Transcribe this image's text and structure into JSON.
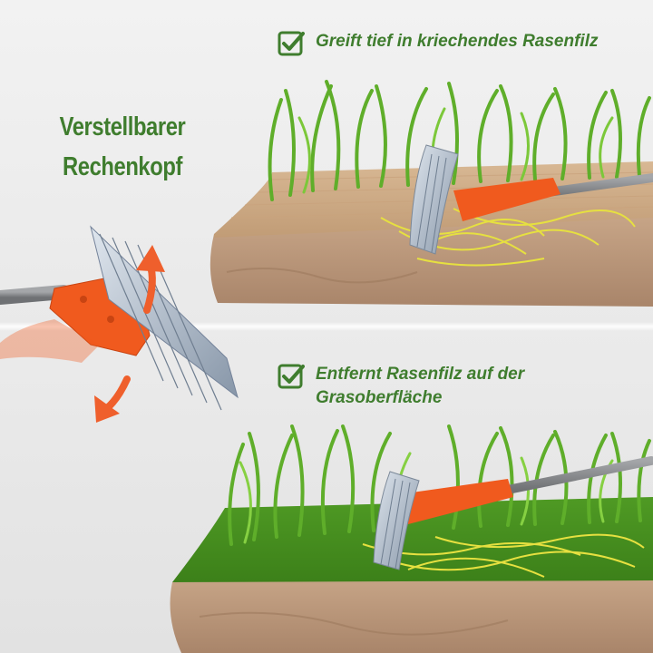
{
  "heading": {
    "line1": "Verstellbarer",
    "line2": "Rechenkopf"
  },
  "features": [
    {
      "text": "Greift tief in kriechendes Rasenfilz",
      "icon": "check-icon"
    },
    {
      "text": "Entfernt Rasenfilz auf der Grasoberfläche",
      "icon": "check-icon"
    }
  ],
  "colors": {
    "text_green": "#3f7d2e",
    "rake_orange": "#f05a1e",
    "arrow_orange": "#ef5f2c",
    "grass_green": "#5fae2a",
    "soil": "#b89878",
    "handle_gray": "#8b8d90"
  }
}
